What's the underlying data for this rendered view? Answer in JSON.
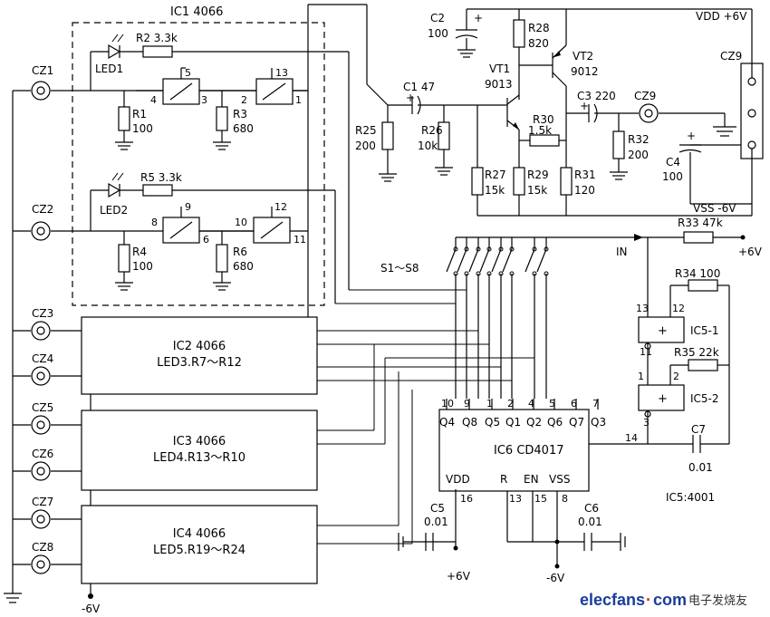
{
  "connectors": [
    "CZ1",
    "CZ2",
    "CZ3",
    "CZ4",
    "CZ5",
    "CZ6",
    "CZ7",
    "CZ8",
    "CZ9",
    "CZ9"
  ],
  "ic1": {
    "label": "IC1 4066"
  },
  "ic1_parts": {
    "led1": "LED1",
    "r2": "R2 3.3k",
    "r1": "R1",
    "r1v": "100",
    "r3": "R3",
    "r3v": "680",
    "led2": "LED2",
    "r5": "R5 3.3k",
    "r4": "R4",
    "r4v": "100",
    "r6": "R6",
    "r6v": "680",
    "pins": [
      "5",
      "13",
      "4",
      "3",
      "2",
      "1",
      "9",
      "12",
      "8",
      "6",
      "10",
      "11"
    ]
  },
  "blocks": [
    {
      "title": "IC2 4066",
      "sub": "LED3.R7～R12"
    },
    {
      "title": "IC3 4066",
      "sub": "LED4.R13～R10"
    },
    {
      "title": "IC4 4066",
      "sub": "LED5.R19～R24"
    }
  ],
  "amp": {
    "c2": "C2",
    "c2v": "100",
    "r28": "R28",
    "r28v": "820",
    "vt1": "VT1",
    "vt1v": "9013",
    "vt2": "VT2",
    "vt2v": "9012",
    "c1": "C1 47",
    "r25": "R25",
    "r25v": "200",
    "r26": "R26",
    "r26v": "10k",
    "r30": "R30",
    "r30v": "1.5k",
    "c3": "C3 220",
    "r27": "R27",
    "r27v": "15k",
    "r29": "R29",
    "r29v": "15k",
    "r31": "R31",
    "r31v": "120",
    "r32": "R32",
    "r32v": "200",
    "c4": "C4",
    "c4v": "100",
    "vdd": "VDD +6V",
    "vss": "VSS -6V"
  },
  "switches": {
    "label": "S1～S8",
    "in": "IN",
    "r33": "R33 47k",
    "plus6": "+6V"
  },
  "ic5": {
    "r34": "R34 100",
    "ic51": "IC5-1",
    "ic52": "IC5-2",
    "r35": "R35 22k",
    "c7": "C7",
    "c7v": "0.01",
    "type": "IC5:4001",
    "plus": "+",
    "pins": [
      "13",
      "12",
      "11",
      "1",
      "2",
      "3"
    ]
  },
  "ic6": {
    "title": "IC6 CD4017",
    "top_pins": [
      "10",
      "9",
      "1",
      "2",
      "4",
      "5",
      "6",
      "7"
    ],
    "outputs": [
      "Q4",
      "Q8",
      "Q5",
      "Q1",
      "Q2",
      "Q6",
      "Q7",
      "Q3"
    ],
    "pin14": "14",
    "bottom": [
      "VDD",
      "R",
      "EN",
      "VSS"
    ],
    "bottom_pins": [
      "16",
      "13",
      "15",
      "8"
    ],
    "c5": "C5",
    "c5v": "0.01",
    "c6": "C6",
    "c6v": "0.01",
    "plus6": "+6V",
    "minus6": "-6V"
  },
  "bottom_supply": "-6V",
  "brand": {
    "name": "elecfans",
    "dot": "·",
    "com": "com",
    "cn": "电子发烧友"
  }
}
